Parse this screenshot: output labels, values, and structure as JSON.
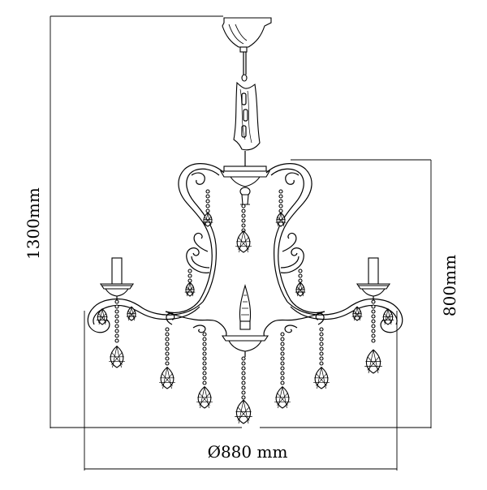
{
  "dimensions": {
    "height_total": "1300mm",
    "height_body": "800mm",
    "diameter": "Ø880 mm"
  }
}
